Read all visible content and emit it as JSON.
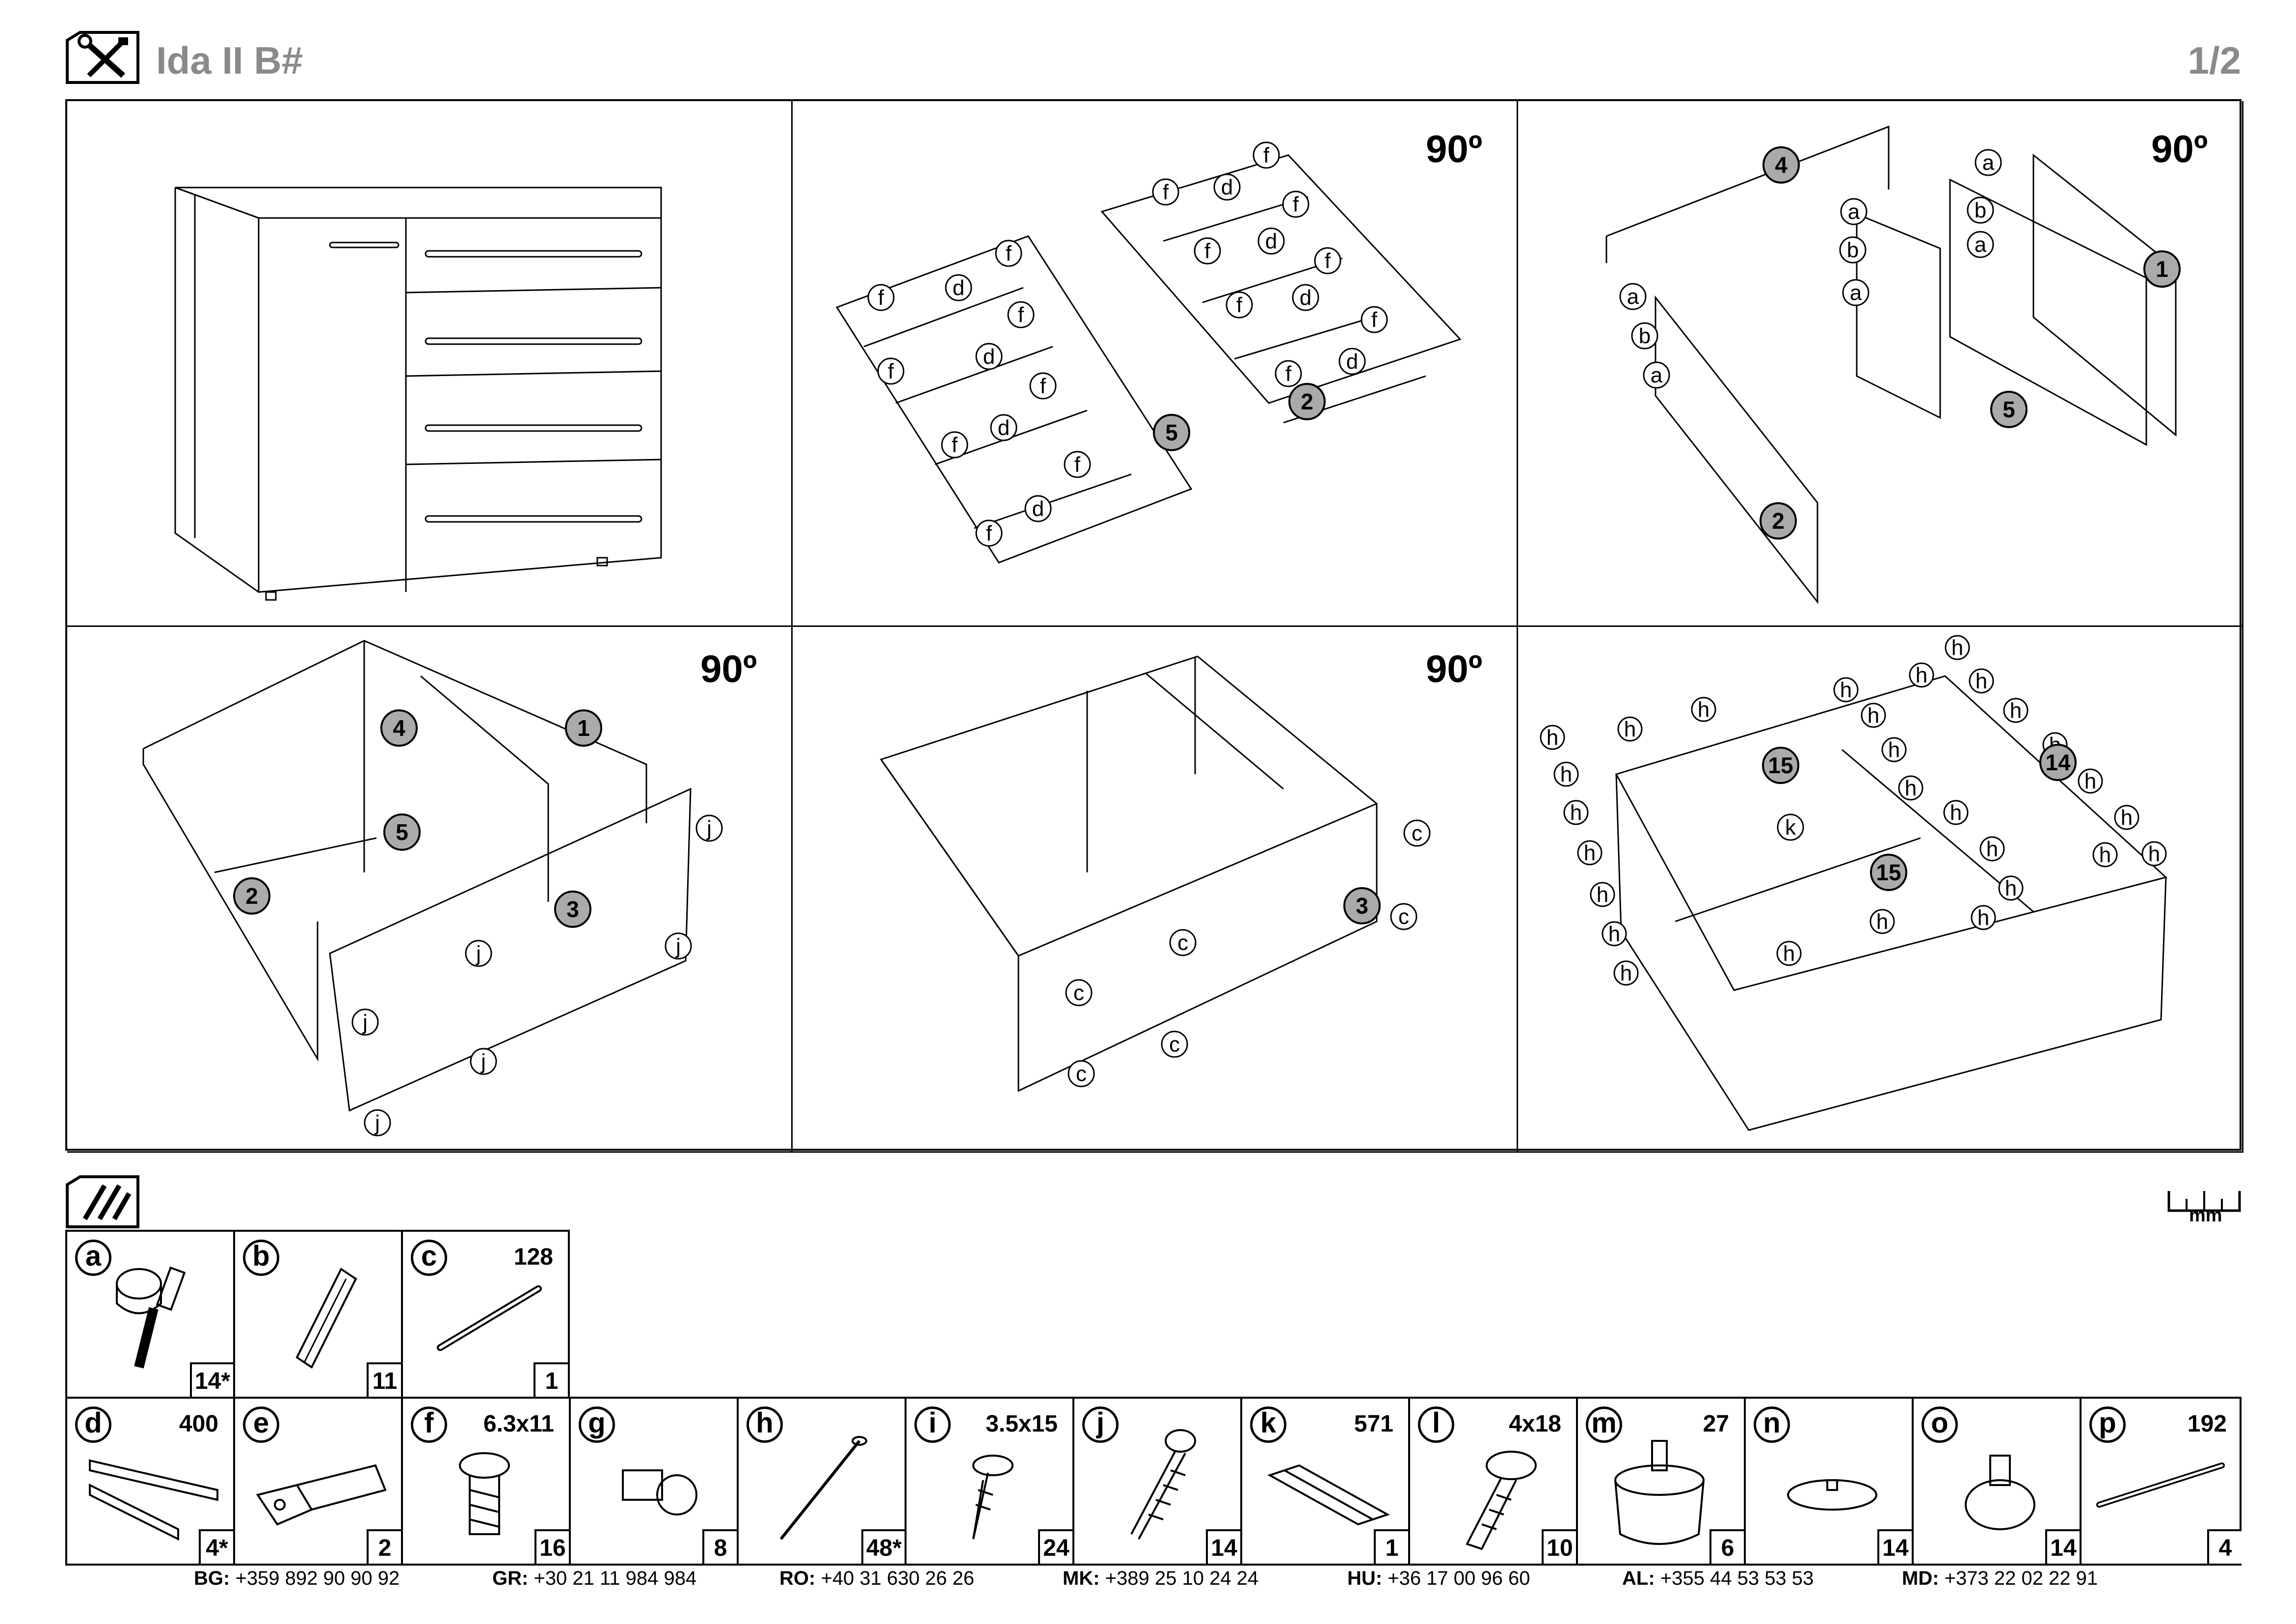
{
  "header": {
    "title": "Ida II B#",
    "page": "1/2",
    "tools_icon": "screwdriver-wrench-icon"
  },
  "steps": {
    "rotate_label": "90º",
    "panel_labels": [
      "1",
      "2",
      "3",
      "4",
      "5",
      "14",
      "15"
    ],
    "fitting_letters": [
      "a",
      "b",
      "c",
      "d",
      "f",
      "h",
      "j",
      "k"
    ]
  },
  "parts_section": {
    "icon": "screws-icon",
    "unit": "mm",
    "parts": [
      {
        "letter": "a",
        "size": "",
        "qty": "14*"
      },
      {
        "letter": "b",
        "size": "",
        "qty": "11"
      },
      {
        "letter": "c",
        "size": "128",
        "qty": "1"
      },
      {
        "letter": "d",
        "size": "400",
        "qty": "4*"
      },
      {
        "letter": "e",
        "size": "",
        "qty": "2"
      },
      {
        "letter": "f",
        "size": "6.3x11",
        "qty": "16"
      },
      {
        "letter": "g",
        "size": "",
        "qty": "8"
      },
      {
        "letter": "h",
        "size": "",
        "qty": "48*"
      },
      {
        "letter": "i",
        "size": "3.5x15",
        "qty": "24"
      },
      {
        "letter": "j",
        "size": "",
        "qty": "14"
      },
      {
        "letter": "k",
        "size": "571",
        "qty": "1"
      },
      {
        "letter": "l",
        "size": "4x18",
        "qty": "10"
      },
      {
        "letter": "m",
        "size": "27",
        "qty": "6"
      },
      {
        "letter": "n",
        "size": "",
        "qty": "14"
      },
      {
        "letter": "o",
        "size": "",
        "qty": "14"
      },
      {
        "letter": "p",
        "size": "192",
        "qty": "4"
      }
    ]
  },
  "contacts": [
    {
      "code": "BG:",
      "phone": "+359 892 90 90 92"
    },
    {
      "code": "GR:",
      "phone": "+30 21 11 984 984"
    },
    {
      "code": "RO:",
      "phone": "+40 31 630 26 26"
    },
    {
      "code": "MK:",
      "phone": "+389 25 10 24 24"
    },
    {
      "code": "HU:",
      "phone": "+36 17 00 96 60"
    },
    {
      "code": "AL:",
      "phone": "+355 44 53 53 53"
    },
    {
      "code": "MD:",
      "phone": "+373 22 02 22 91"
    }
  ]
}
